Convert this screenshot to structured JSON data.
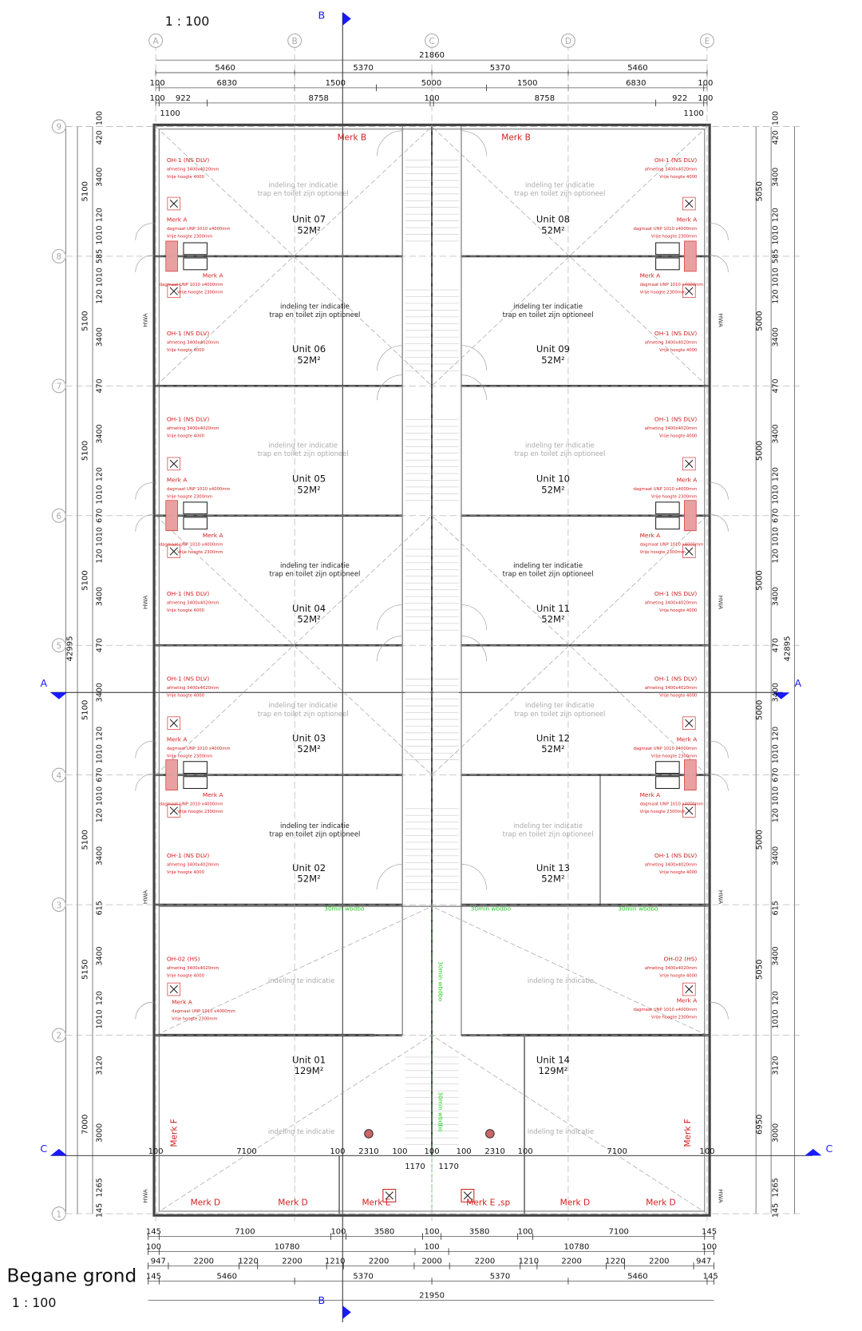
{
  "title": {
    "scale_top": "1 : 100",
    "name": "Begane grond",
    "scale_bottom": "1 : 100"
  },
  "grid": {
    "columns": [
      "A",
      "B",
      "C",
      "D",
      "E"
    ],
    "rows": [
      "1",
      "2",
      "3",
      "4",
      "5",
      "6",
      "7",
      "8",
      "9"
    ]
  },
  "sections": {
    "a": "A",
    "b": "B",
    "c": "C"
  },
  "dims_top": {
    "overall": "21860",
    "row1": [
      "5460",
      "5370",
      "5370",
      "5460"
    ],
    "row2": [
      "100",
      "6830",
      "1500",
      "5000",
      "1500",
      "6830",
      "100"
    ],
    "row3": [
      "100",
      "922",
      "8758",
      "100",
      "8758",
      "922",
      "100"
    ],
    "row4": [
      "1100",
      "1100"
    ]
  },
  "dims_bottom": {
    "row1": [
      "145",
      "7100",
      "100",
      "3580",
      "100",
      "3580",
      "100",
      "7100",
      "145"
    ],
    "row2": [
      "100",
      "10780",
      "100",
      "10780",
      "100"
    ],
    "row3": [
      "947",
      "2200",
      "1220",
      "2200",
      "1210",
      "2200",
      "2000",
      "2200",
      "1210",
      "2200",
      "1220",
      "2200",
      "947"
    ],
    "row4": [
      "145",
      "5460",
      "5370",
      "5370",
      "5460",
      "145"
    ],
    "overall": "21950"
  },
  "dims_line_c": [
    "100",
    "7100",
    "100",
    "2310",
    "100",
    "100",
    "100",
    "2310",
    "100",
    "7100",
    "100"
  ],
  "dims_stair": [
    "1170",
    "1170"
  ],
  "dims_left": {
    "overall": "42995",
    "outer": [
      "5100",
      "5100",
      "5100",
      "5100",
      "5100",
      "5100",
      "5150",
      "7000"
    ],
    "inner": [
      "100",
      "420",
      "3400",
      "120",
      "1010",
      "585",
      "1010",
      "120",
      "3400",
      "470",
      "3400",
      "120",
      "1010",
      "670",
      "1010",
      "120",
      "3400",
      "470",
      "3400",
      "120",
      "1010",
      "670",
      "1010",
      "120",
      "3400",
      "615",
      "3400",
      "120",
      "1010",
      "3120",
      "3000",
      "1265",
      "145"
    ]
  },
  "dims_right": {
    "overall": "42895",
    "outer": [
      "5050",
      "5000",
      "5000",
      "5000",
      "5000",
      "5000",
      "5050",
      "6950"
    ]
  },
  "units": [
    {
      "name": "Unit 07",
      "area": "52M²"
    },
    {
      "name": "Unit 06",
      "area": "52M²"
    },
    {
      "name": "Unit 05",
      "area": "52M²"
    },
    {
      "name": "Unit 04",
      "area": "52M²"
    },
    {
      "name": "Unit 03",
      "area": "52M²"
    },
    {
      "name": "Unit 02",
      "area": "52M²"
    },
    {
      "name": "Unit 01",
      "area": "129M²"
    },
    {
      "name": "Unit 08",
      "area": "52M²"
    },
    {
      "name": "Unit 09",
      "area": "52M²"
    },
    {
      "name": "Unit 10",
      "area": "52M²"
    },
    {
      "name": "Unit 11",
      "area": "52M²"
    },
    {
      "name": "Unit 12",
      "area": "52M²"
    },
    {
      "name": "Unit 13",
      "area": "52M²"
    },
    {
      "name": "Unit 14",
      "area": "129M²"
    }
  ],
  "notes": {
    "indicatie_1": "indeling ter indicatie",
    "indicatie_2": "trap en toilet zijn optioneel",
    "indicatie_short": "indeling te indicatie",
    "fire": "30min wbdbo",
    "hwa": "HWA"
  },
  "door_oh1": {
    "title": "OH-1 (NS DLV)",
    "size": "afmeting 3400x4020mm",
    "height": "Vrije hoogte 4000"
  },
  "door_oh2": {
    "title": "OH-02 (HS)",
    "size": "afmeting 3400x4020mm",
    "height": "Vrije hoogte 4000"
  },
  "merk_a": {
    "title": "Merk A",
    "size": "dagmaat UNP 1010 x4000mm",
    "height": "Vrije hoogte 2300mm"
  },
  "marks": {
    "b": "Merk B",
    "d": "Merk D",
    "e": "Merk E",
    "e_sp": "Merk E ,sp",
    "f": "Merk F"
  },
  "colors": {
    "line": "#333333",
    "red": "#d22020",
    "green": "#22cc22",
    "grey": "#999999",
    "blue": "#1a1aff"
  }
}
